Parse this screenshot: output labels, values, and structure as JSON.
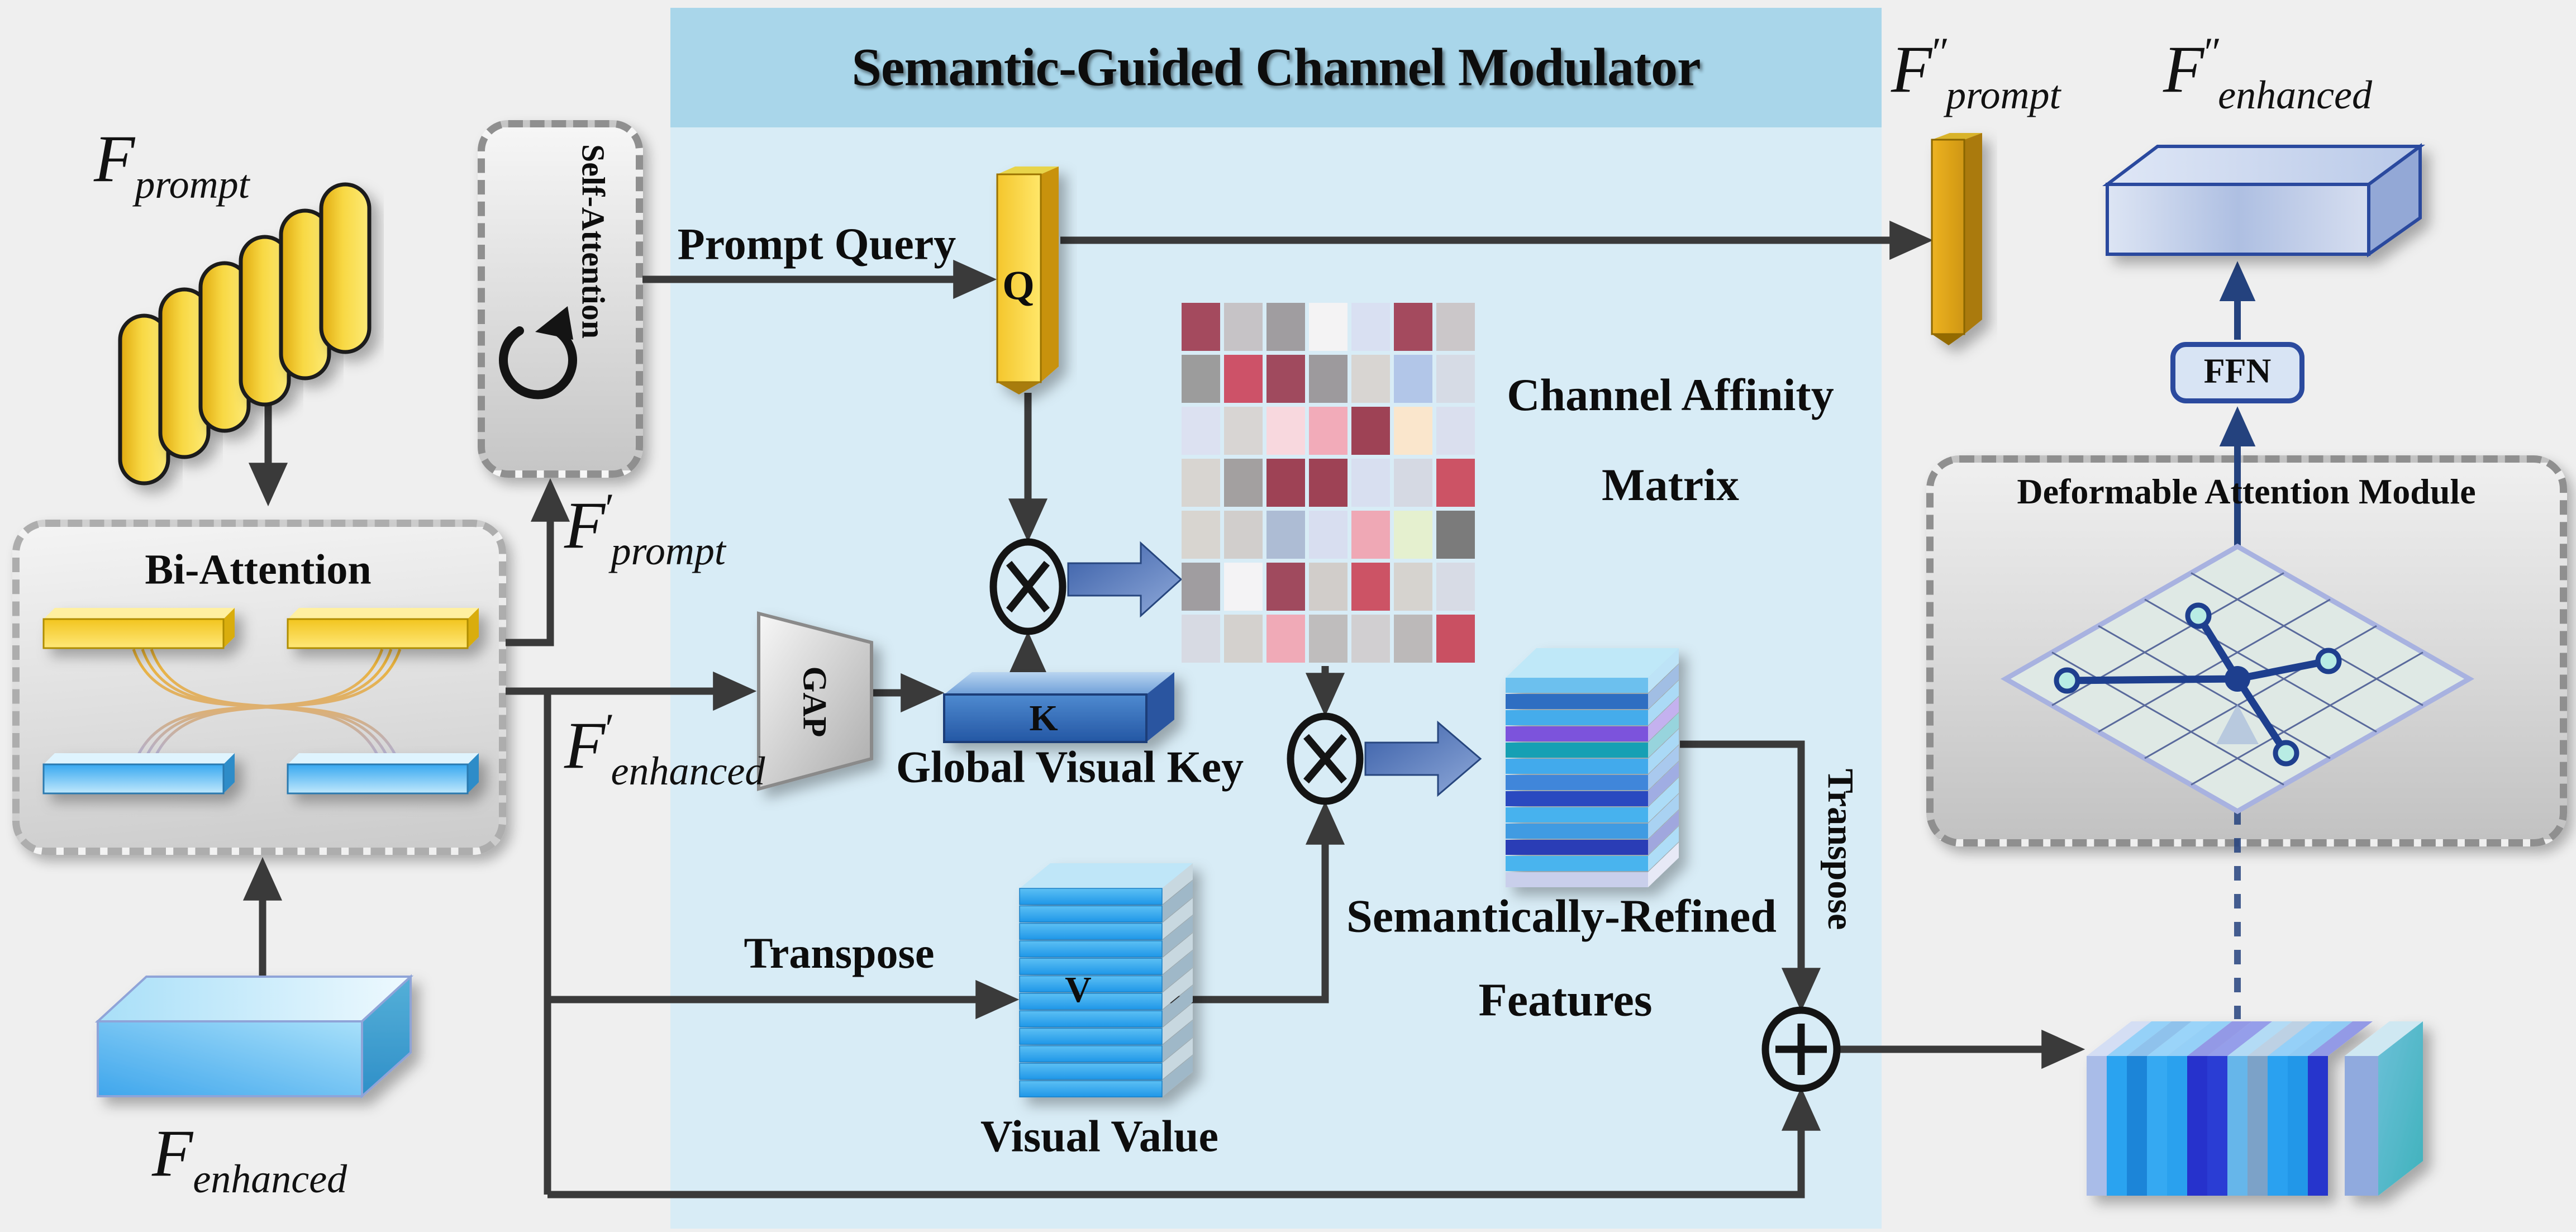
{
  "labels": {
    "title": "Semantic-Guided Channel Modulator",
    "bi_attention": "Bi-Attention",
    "self_attention": "Self-Attention",
    "prompt_query": "Prompt Query",
    "q": "Q",
    "k": "K",
    "v": "V",
    "gap": "GAP",
    "global_visual_key": "Global Visual Key",
    "channel_affinity_1": "Channel Affinity",
    "channel_affinity_2": "Matrix",
    "transpose_to_value": "Transpose",
    "transpose_to_sum": "Transpose",
    "visual_value": "Visual Value",
    "refined_1": "Semantically-Refined",
    "refined_2": "Features",
    "ffn": "FFN",
    "deformable_title": "Deformable Attention Module"
  },
  "math": {
    "f_prompt": {
      "base": "F",
      "primes": "",
      "sub": "prompt"
    },
    "f_enhanced": {
      "base": "F",
      "primes": "",
      "sub": "enhanced"
    },
    "f_prompt_1": {
      "base": "F",
      "primes": "′",
      "sub": "prompt"
    },
    "f_enhanced_1": {
      "base": "F",
      "primes": "′",
      "sub": "enhanced"
    },
    "f_prompt_2": {
      "base": "F",
      "primes": "″",
      "sub": "prompt"
    },
    "f_enhanced_2": {
      "base": "F",
      "primes": "″",
      "sub": "enhanced"
    }
  },
  "colors": {
    "background": "#efefef",
    "panel": "#d8ecf6",
    "band": "#a9d6ea",
    "line": "#3a3a3a",
    "navy": "#24427e",
    "gold": "#e8b61e",
    "blue_arrow_start": "#3a5fa8",
    "blue_arrow_end": "#8fa9d9"
  },
  "prompt_tokens": {
    "count": 6,
    "fill_dark": "#e2ae14",
    "fill_light": "#fce96e"
  },
  "matrix": {
    "rows": 7,
    "cols": 7,
    "cells": [
      [
        "#a44a5e",
        "#c6c3c6",
        "#a09da0",
        "#f4f3f4",
        "#d9e0f2",
        "#a44a5e",
        "#cbc7c9"
      ],
      [
        "#9c9c9c",
        "#cd5268",
        "#a04a5e",
        "#9d9a9d",
        "#d8d5d2",
        "#b2c6e8",
        "#d6dbe5"
      ],
      [
        "#dce1f1",
        "#d8d5d3",
        "#f8d8de",
        "#f2abb9",
        "#9e4255",
        "#fae6cc",
        "#dadfee"
      ],
      [
        "#d8d5d1",
        "#a3a0a0",
        "#9e4255",
        "#9e4255",
        "#d8dff0",
        "#d5d9e3",
        "#cc5365"
      ],
      [
        "#d8d5d0",
        "#d1cecc",
        "#adbcd4",
        "#d8def0",
        "#efa8b5",
        "#e5f0cf",
        "#7b7b7b"
      ],
      [
        "#a09da0",
        "#f4f3f5",
        "#a04a5e",
        "#d1cdca",
        "#cc5365",
        "#d6d3cf",
        "#d7dbe5"
      ],
      [
        "#d7dae3",
        "#d4d1ce",
        "#f0aab7",
        "#bfbdbd",
        "#d1cfd1",
        "#bcb9b9",
        "#c95062"
      ]
    ]
  },
  "stacks": {
    "visual_value": {
      "count": 12,
      "front_top": "#5cc0f4",
      "front_bottom": "#1f97e8"
    },
    "refined": {
      "count": 13,
      "fronts": [
        "#6cc0ee",
        "#2e6ec2",
        "#45aceb",
        "#7c52dc",
        "#17a0b4",
        "#43aaec",
        "#3f86da",
        "#2b49c0",
        "#47b2ee",
        "#3f9be2",
        "#2b3cb6",
        "#4ab4ee",
        "#c9cfeb"
      ]
    },
    "output": {
      "count": 13,
      "fronts": [
        "#a9bce8",
        "#2aa3f0",
        "#1f85d8",
        "#35a9f2",
        "#2ba1ee",
        "#2633cc",
        "#2b3cd4",
        "#66b6ea",
        "#7ba2c8",
        "#2aa1f0",
        "#2397e8",
        "#2734cc",
        "#90aade"
      ],
      "end_face_top": "#6cc0d8",
      "end_face_bottom": "#3fb2bc"
    }
  },
  "sampling_points": {
    "count": 4
  }
}
